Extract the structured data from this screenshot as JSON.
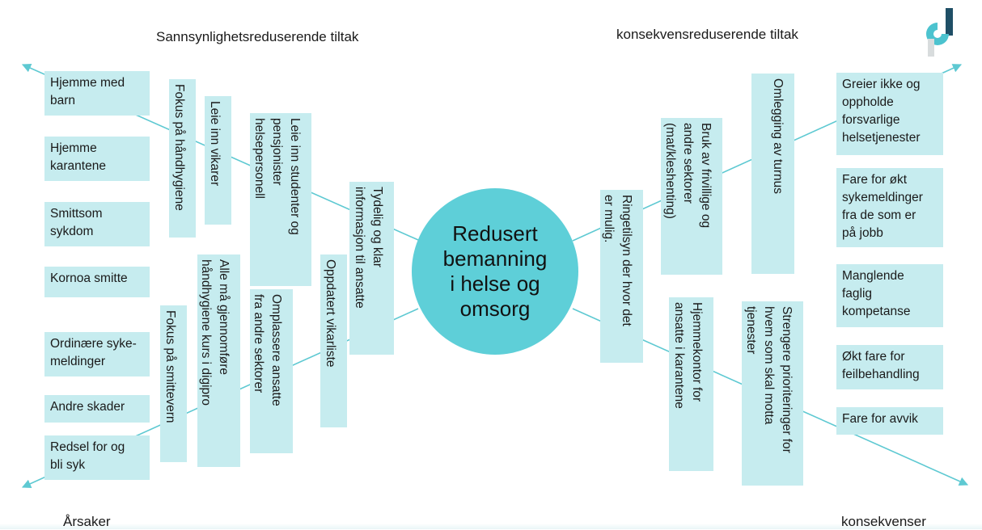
{
  "headings": {
    "left_top": "Sannsynlighetsreduserende tiltak",
    "right_top": "konsekvensreduserende tiltak",
    "left_bottom": "Årsaker",
    "right_bottom": "konsekvenser"
  },
  "center": {
    "label": "Redusert\nbemanning\ni helse og\nomsorg"
  },
  "causes": [
    "Hjemme med\nbarn",
    "Hjemme\nkarantene",
    "Smittsom\nsykdom",
    "Kornoa smitte",
    "Ordinære syke-\nmeldinger",
    "Andre skader",
    "Redsel for og\nbli syk"
  ],
  "consequences": [
    "Greier ikke og\noppholde\nforsvarlige\nhelsetjenester",
    "Fare for økt\nsykemeldinger\nfra de som er\npå jobb",
    "Manglende\nfaglig\nkompetanse",
    "Økt fare for\nfeilbehandling",
    "Fare for avvik"
  ],
  "left_measures": [
    "Fokus på håndhygiene",
    "Leie inn vikarer",
    "Leie inn studenter  og\npensjonister\nhelsepersonell",
    "Tydelig og klar\ninformasjon til ansatte",
    "Alle må gjennomføre\nhåndhygiene kurs i digipro",
    "Fokus på smittevern",
    "Omplassere ansatte\nfra andre sektorer",
    "Oppdatert vikarliste"
  ],
  "right_measures": [
    "Ringetilsyn der hvor det\ner mulig.",
    "Bruk av frivillige og\nandre sektorer\n(mat/kleshenting)",
    "Omlegging av turnus",
    "Hjemmekontor for\nansatte i karantene",
    "Strengere prioriteringer for\nhvem som skal motta\ntjenester"
  ],
  "colors": {
    "box": "#c6ecef",
    "hub": "#5ecfd8",
    "line": "#5ec9d2",
    "logo_dark": "#1f4f66",
    "logo_light": "#4cc3cf"
  }
}
